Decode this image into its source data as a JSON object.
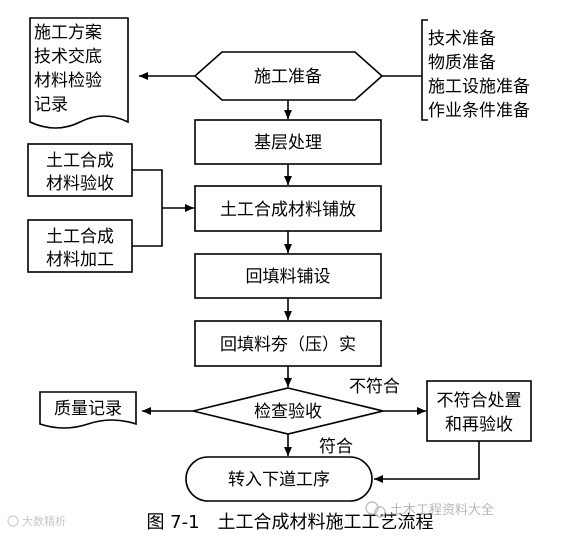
{
  "process": {
    "prep": "施工准备",
    "base": "基层处理",
    "lay": "土工合成材料铺放",
    "backfill": "回填料铺设",
    "compact": "回填料夯（压）实",
    "inspect": "检查验收",
    "next": "转入下道工序"
  },
  "left_doc": [
    "施工方案",
    "技术交底",
    "材料检验",
    "记录"
  ],
  "right_list": [
    "技术准备",
    "物质准备",
    "施工设施准备",
    "作业条件准备"
  ],
  "input_accept": [
    "土工合成",
    "材料验收"
  ],
  "input_process": [
    "土工合成",
    "材料加工"
  ],
  "quality_record": "质量记录",
  "reject_box": [
    "不符合处置",
    "和再验收"
  ],
  "edge_fail": "不符合",
  "edge_pass": "符合",
  "caption": "图 7-1　土工合成材料施工工艺流程",
  "watermark_right": "土木工程资料大全",
  "watermark_left": "大数精析"
}
